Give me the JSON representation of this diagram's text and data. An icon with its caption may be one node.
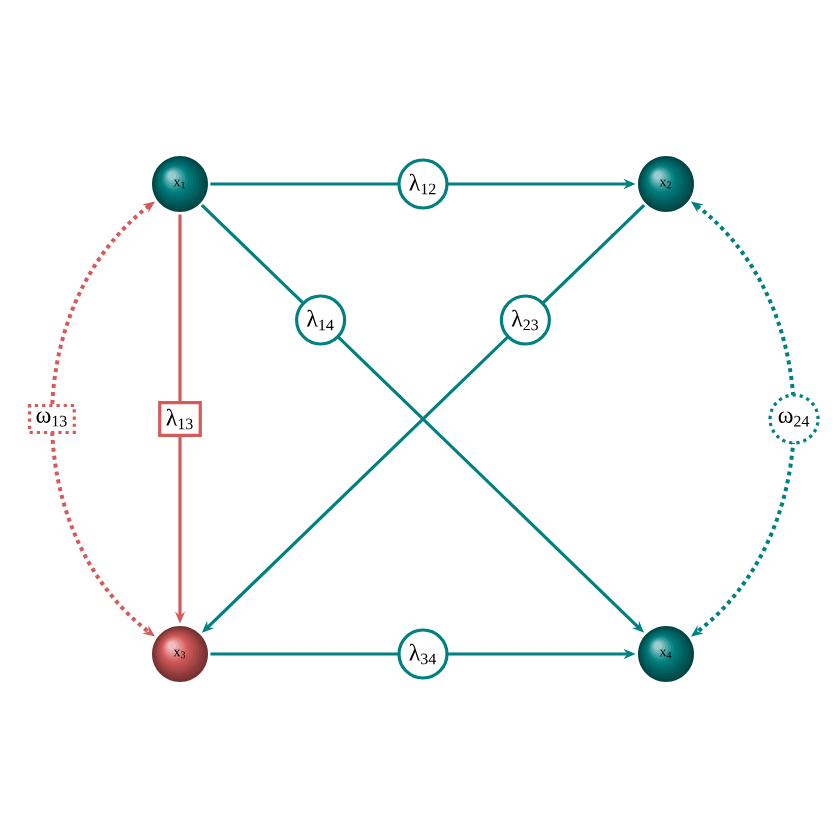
{
  "diagram": {
    "nodes": [
      {
        "text": [
          "x$_{1}$"
        ]
      },
      {
        "text": [
          "x$_{2}$"
        ]
      },
      {
        "text": [
          "x$_{3}$"
        ]
      },
      {
        "text": [
          "x$_{4}$"
        ]
      }
    ],
    "edges": [
      {
        "from": 0,
        "to": 1,
        "arrow": "to",
        "label": "λ$_{12}$"
      },
      {
        "from": 0,
        "to": 3,
        "arrow": "to",
        "label": "λ$_{14}$"
      },
      {
        "from": 1,
        "to": 2,
        "arrow": "to",
        "label": "λ$_{23}$"
      },
      {
        "from": 0,
        "to": 2,
        "arrow": "to",
        "label": "λ$_{13}$",
        "color": "#d65a5a"
      },
      {
        "from": 2,
        "to": 3,
        "arrow": "to",
        "label": "λ$_{34}$"
      },
      {
        "from": 0,
        "to": 2,
        "arrow": "both",
        "label": "ω$_{13}$",
        "style": "dashed",
        "color": "#d65a5a"
      },
      {
        "from": 1,
        "to": 3,
        "arrow": "both",
        "label": "ω$_{24}$",
        "style": "dashed"
      }
    ]
  }
}
